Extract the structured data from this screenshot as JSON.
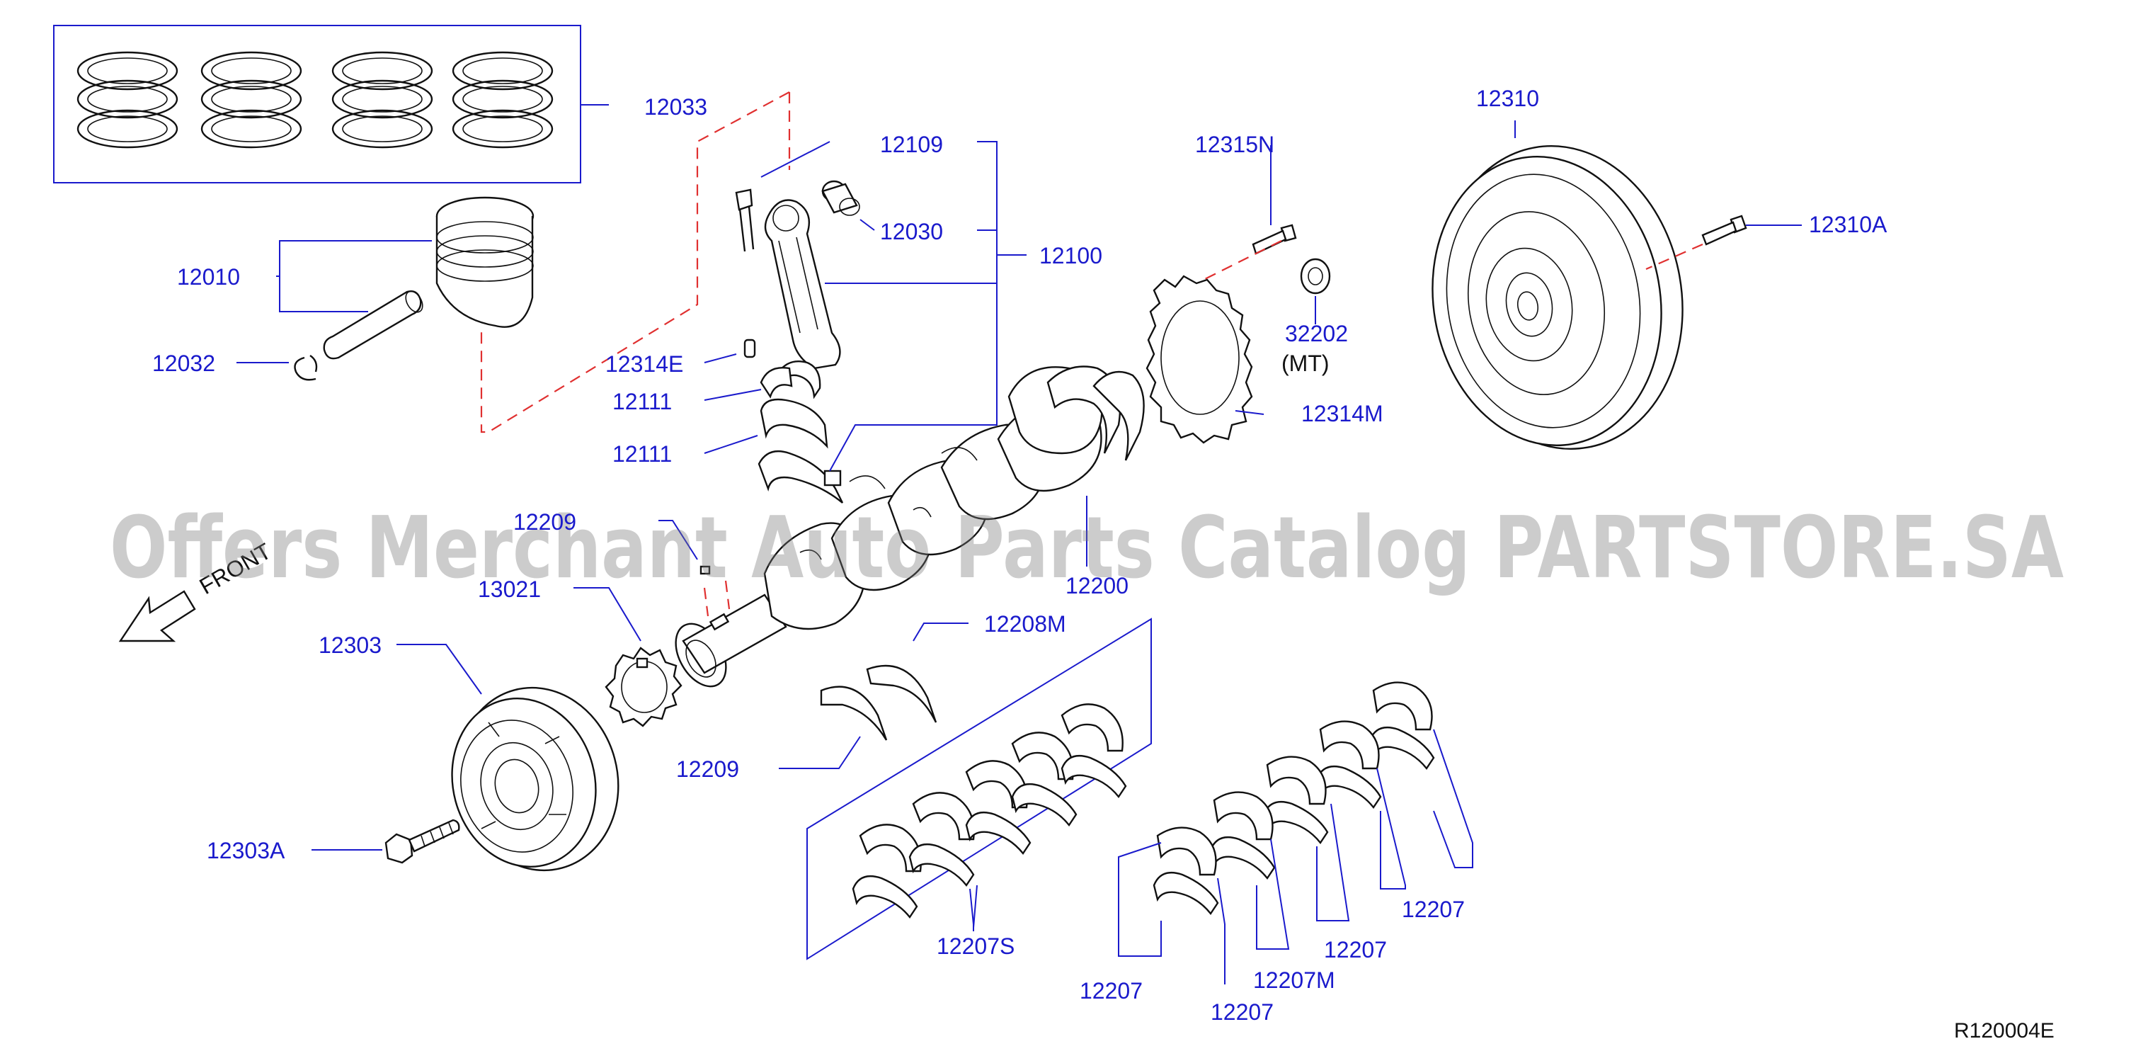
{
  "watermark": "Offers Merchant Auto Parts Catalog PARTSTORE.SA",
  "reference_code": "R120004E",
  "front_label": "FRONT",
  "labels": {
    "p12033": "12033",
    "p12109": "12109",
    "p12030": "12030",
    "p12100": "12100",
    "p12010": "12010",
    "p12032": "12032",
    "p12314E": "12314E",
    "p12111a": "12111",
    "p12111b": "12111",
    "p12209top": "12209",
    "p13021": "13021",
    "p12303": "12303",
    "p12303A": "12303A",
    "p12200": "12200",
    "p12208M": "12208M",
    "p12209": "12209",
    "p12207S": "12207S",
    "p12315N": "12315N",
    "p32202": "32202",
    "p32202note": "(MT)",
    "p12314M": "12314M",
    "p12310": "12310",
    "p12310A": "12310A",
    "p12207a": "12207",
    "p12207b": "12207",
    "p12207c": "12207",
    "p12207d": "12207",
    "p12207M": "12207M"
  }
}
